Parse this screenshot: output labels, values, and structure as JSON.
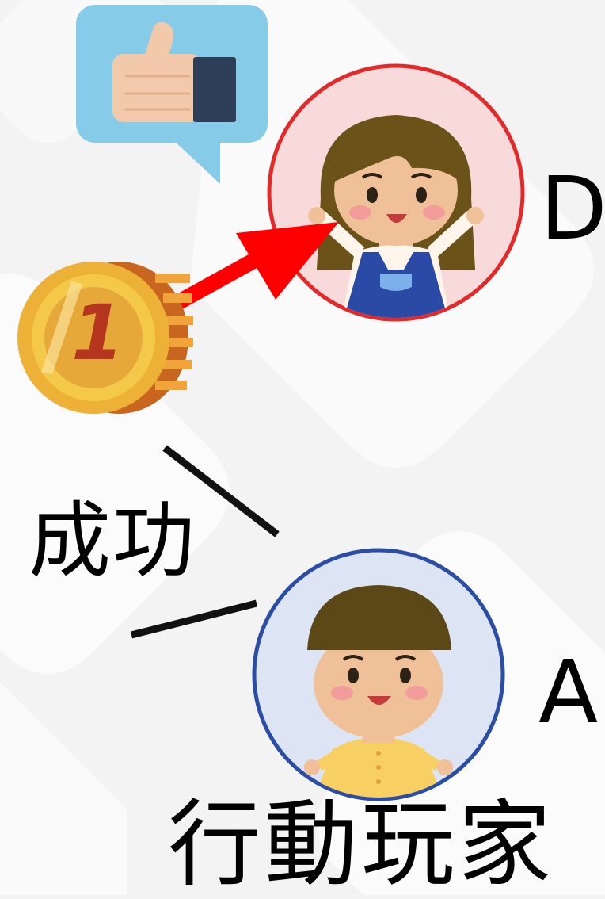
{
  "players": {
    "target": {
      "letter": "D",
      "icon": "girl-arms-up-avatar",
      "ring_color": "#e32a2a",
      "fill_color": "#f8dada"
    },
    "actor": {
      "letter": "A",
      "icon": "boy-yellow-shirt-avatar",
      "ring_color": "#2b4da3",
      "fill_color": "#dde4f4"
    }
  },
  "coin": {
    "value": "1",
    "icon": "gold-coin-icon"
  },
  "bubble": {
    "icon": "thumbs-up-icon",
    "color": "#86cbe7"
  },
  "arrow": {
    "icon": "red-arrow-icon",
    "color": "#ff0000"
  },
  "labels": {
    "success": "成功",
    "active_player": "行動玩家"
  }
}
